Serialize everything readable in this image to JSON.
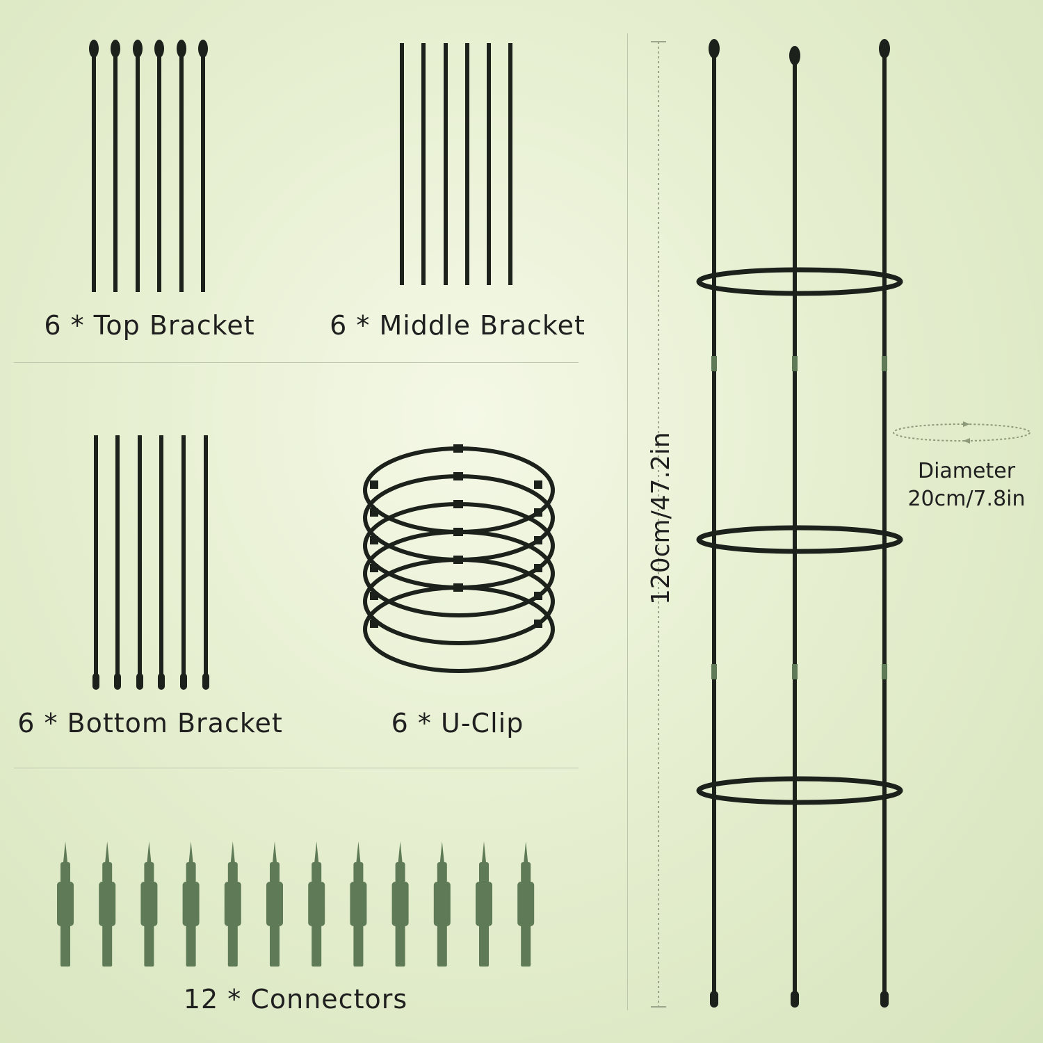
{
  "parts": {
    "top_bracket": {
      "quantity": "6",
      "label": "6 * Top Bracket",
      "count": 6
    },
    "middle_bracket": {
      "quantity": "6",
      "label": "6 * Middle Bracket",
      "count": 6
    },
    "bottom_bracket": {
      "quantity": "6",
      "label": "6 * Bottom Bracket",
      "count": 6
    },
    "u_clip": {
      "quantity": "6",
      "label": "6 * U-Clip",
      "count": 6
    },
    "connectors": {
      "quantity": "12",
      "label": "12 * Connectors",
      "count": 12
    }
  },
  "assembled": {
    "height_label": "120cm/47.2in",
    "diameter_title": "Diameter",
    "diameter_value": "20cm/7.8in"
  },
  "colors": {
    "rod": "#1c211c",
    "connector": "#5f7a57",
    "background": "#e6efd0",
    "divider": "#bcc6ad"
  }
}
